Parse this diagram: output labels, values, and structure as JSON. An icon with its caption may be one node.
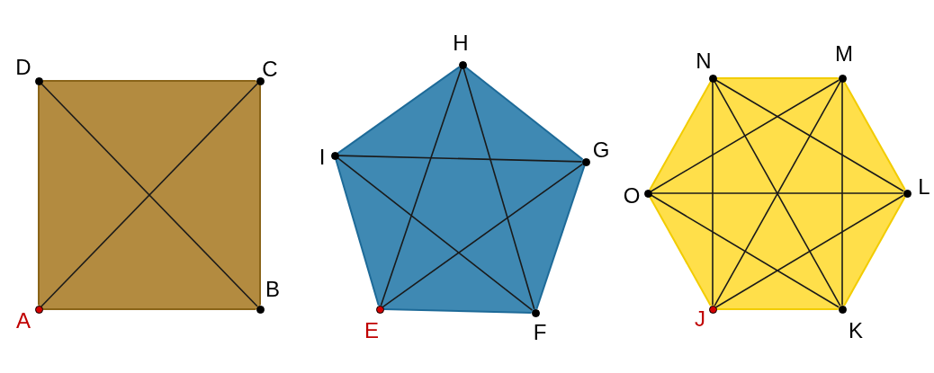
{
  "diagram": {
    "nodes": [
      {
        "text": [],
        "shape": "circle",
        "beside": [
          "A"
        ]
      },
      {
        "text": [],
        "shape": "circle",
        "beside": [
          "B"
        ]
      },
      {
        "text": [],
        "shape": "circle",
        "beside": [
          "C"
        ]
      },
      {
        "text": [],
        "shape": "circle",
        "beside": [
          "D"
        ]
      },
      {
        "text": [],
        "shape": "circle",
        "beside": [
          "E"
        ]
      },
      {
        "text": [],
        "shape": "circle",
        "beside": [
          "F"
        ]
      },
      {
        "text": [],
        "shape": "circle",
        "beside": [
          "G"
        ]
      },
      {
        "text": [],
        "shape": "circle",
        "beside": [
          "H"
        ]
      },
      {
        "text": [],
        "shape": "circle",
        "beside": [
          "I"
        ]
      },
      {
        "text": [],
        "shape": "circle",
        "beside": [
          "J"
        ]
      },
      {
        "text": [],
        "shape": "circle",
        "beside": [
          "K"
        ]
      },
      {
        "text": [],
        "shape": "circle",
        "beside": [
          "L"
        ]
      },
      {
        "text": [],
        "shape": "circle",
        "beside": [
          "M"
        ]
      },
      {
        "text": [],
        "shape": "circle",
        "beside": [
          "N"
        ]
      },
      {
        "text": [],
        "shape": "circle",
        "beside": [
          "O"
        ]
      }
    ],
    "edges": [
      {
        "from": 0,
        "to": 1,
        "arrow": "none",
        "color": "#8a6418"
      },
      {
        "from": 1,
        "to": 2,
        "arrow": "none",
        "color": "#8a6418"
      },
      {
        "from": 2,
        "to": 3,
        "arrow": "none",
        "color": "#8a6418"
      },
      {
        "from": 3,
        "to": 0,
        "arrow": "none",
        "color": "#8a6418"
      },
      {
        "from": 0,
        "to": 2,
        "arrow": "none"
      },
      {
        "from": 1,
        "to": 3,
        "arrow": "none"
      },
      {
        "from": 4,
        "to": 5,
        "arrow": "none",
        "color": "#1d6a98"
      },
      {
        "from": 5,
        "to": 6,
        "arrow": "none",
        "color": "#1d6a98"
      },
      {
        "from": 6,
        "to": 7,
        "arrow": "none",
        "color": "#1d6a98"
      },
      {
        "from": 7,
        "to": 8,
        "arrow": "none",
        "color": "#1d6a98"
      },
      {
        "from": 8,
        "to": 4,
        "arrow": "none",
        "color": "#1d6a98"
      },
      {
        "from": 4,
        "to": 6,
        "arrow": "none"
      },
      {
        "from": 4,
        "to": 7,
        "arrow": "none"
      },
      {
        "from": 5,
        "to": 7,
        "arrow": "none"
      },
      {
        "from": 5,
        "to": 8,
        "arrow": "none"
      },
      {
        "from": 6,
        "to": 8,
        "arrow": "none"
      },
      {
        "from": 9,
        "to": 10,
        "arrow": "none",
        "color": "#f2cc00"
      },
      {
        "from": 10,
        "to": 11,
        "arrow": "none",
        "color": "#f2cc00"
      },
      {
        "from": 11,
        "to": 12,
        "arrow": "none",
        "color": "#f2cc00"
      },
      {
        "from": 12,
        "to": 13,
        "arrow": "none",
        "color": "#f2cc00"
      },
      {
        "from": 13,
        "to": 14,
        "arrow": "none",
        "color": "#f2cc00"
      },
      {
        "from": 14,
        "to": 9,
        "arrow": "none",
        "color": "#f2cc00"
      },
      {
        "from": 9,
        "to": 11,
        "arrow": "none"
      },
      {
        "from": 9,
        "to": 12,
        "arrow": "none"
      },
      {
        "from": 9,
        "to": 13,
        "arrow": "none"
      },
      {
        "from": 10,
        "to": 12,
        "arrow": "none"
      },
      {
        "from": 10,
        "to": 13,
        "arrow": "none"
      },
      {
        "from": 10,
        "to": 14,
        "arrow": "none"
      },
      {
        "from": 11,
        "to": 13,
        "arrow": "none"
      },
      {
        "from": 11,
        "to": 14,
        "arrow": "none"
      },
      {
        "from": 12,
        "to": 14,
        "arrow": "none"
      }
    ]
  }
}
